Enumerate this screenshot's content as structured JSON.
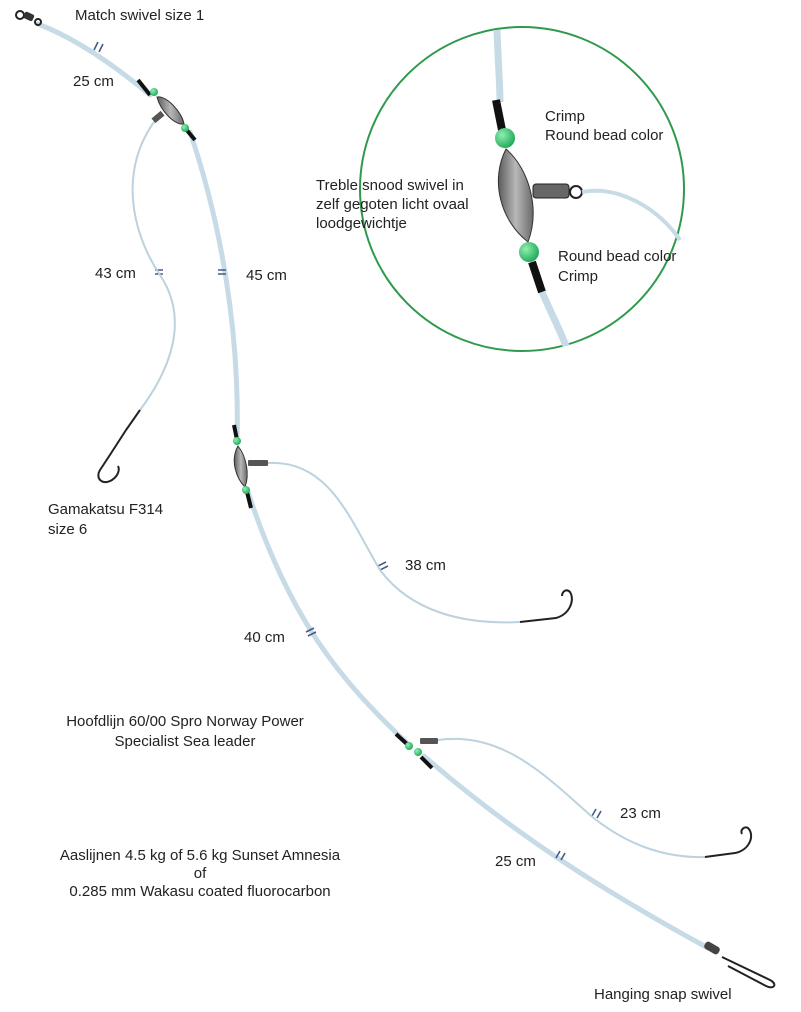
{
  "labels": {
    "top_swivel": "Match swivel size 1",
    "seg1": "25 cm",
    "seg2": "45 cm",
    "seg3": "40 cm",
    "seg4": "25 cm",
    "snood1": "43 cm",
    "snood2": "38 cm",
    "snood3": "23 cm",
    "hook_l1": "Gamakatsu F314",
    "hook_l2": "size 6",
    "mainline_l1": "Hoofdlijn 60/00 Spro Norway Power",
    "mainline_l2": "Specialist Sea leader",
    "snoodline_l1": "Aaslijnen 4.5 kg of 5.6 kg Sunset Amnesia",
    "snoodline_l2": "of",
    "snoodline_l3": "0.285 mm Wakasu coated fluorocarbon",
    "bottom_snap": "Hanging snap swivel",
    "detail_crimp_top": "Crimp",
    "detail_bead_top": "Round bead color",
    "detail_swivel_l1": "Treble snood swivel in",
    "detail_swivel_l2": "zelf gegoten licht ovaal",
    "detail_swivel_l3": "loodgewichtje",
    "detail_bead_bottom": "Round bead color",
    "detail_crimp_bottom": "Crimp"
  },
  "colors": {
    "mainline": "#c7dbe6",
    "snood": "#bcd2de",
    "bead": "#2fbf6a",
    "crimp": "#111111",
    "weight": "#8c8c8c",
    "detail_circle": "#2f9a4b",
    "marker": "#445a8a"
  }
}
